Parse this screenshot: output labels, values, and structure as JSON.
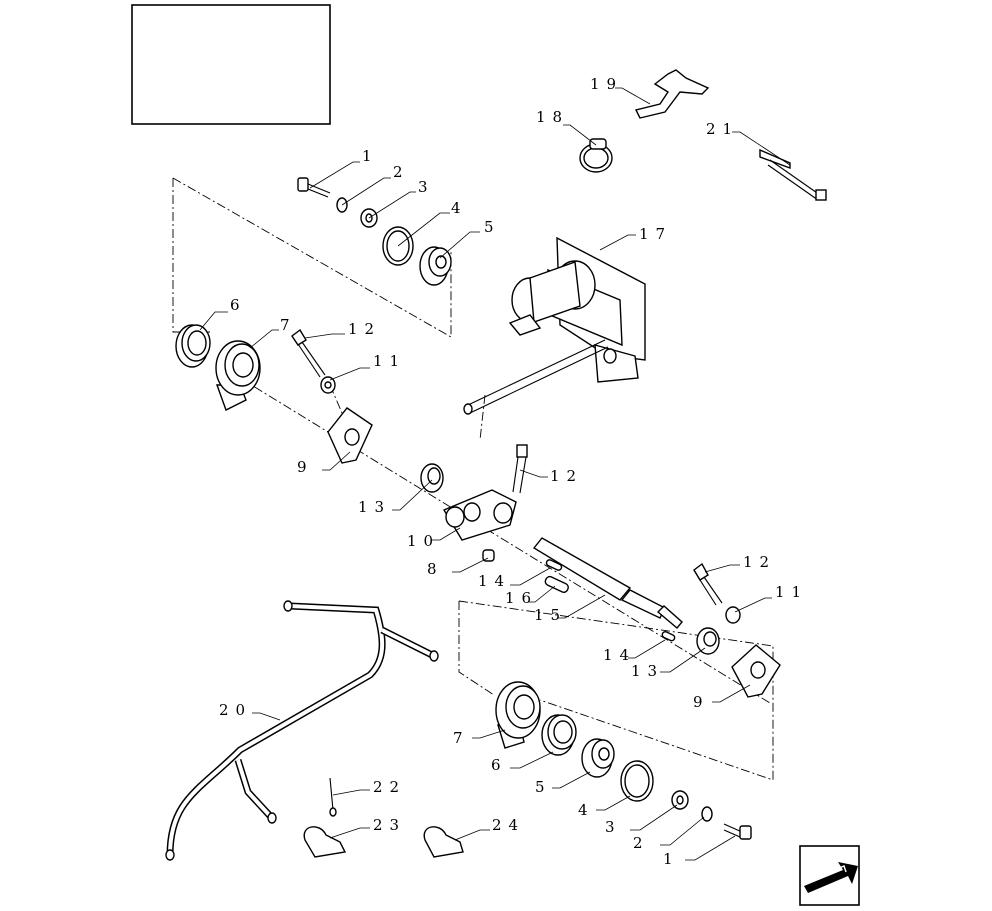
{
  "diagram": {
    "callouts": [
      "1",
      "2",
      "3",
      "4",
      "5",
      "6",
      "7",
      "8",
      "9",
      "10",
      "11",
      "12",
      "13",
      "14",
      "15",
      "16",
      "17",
      "18",
      "19",
      "20",
      "21",
      "22",
      "23",
      "24"
    ]
  },
  "labels": {
    "l1a": "1",
    "l2a": "2",
    "l3a": "3",
    "l4a": "4",
    "l5a": "5",
    "l6a": "6",
    "l7a": "7",
    "l12a": "12",
    "l11a": "11",
    "l9a": "9",
    "l13a": "13",
    "l10": "10",
    "l8": "8",
    "l12b": "12",
    "l14a": "14",
    "l16": "16",
    "l15": "15",
    "l12c": "12",
    "l11b": "11",
    "l14b": "14",
    "l13b": "13",
    "l9b": "9",
    "l7b": "7",
    "l6b": "6",
    "l5b": "5",
    "l4b": "4",
    "l3b": "3",
    "l2b": "2",
    "l1b": "1",
    "l17": "17",
    "l18": "18",
    "l19": "19",
    "l21": "21",
    "l20": "20",
    "l22": "22",
    "l23": "23",
    "l24": "24"
  },
  "title_box": {
    "text": ""
  },
  "nav": {
    "icon": "next-page-arrow-icon"
  }
}
